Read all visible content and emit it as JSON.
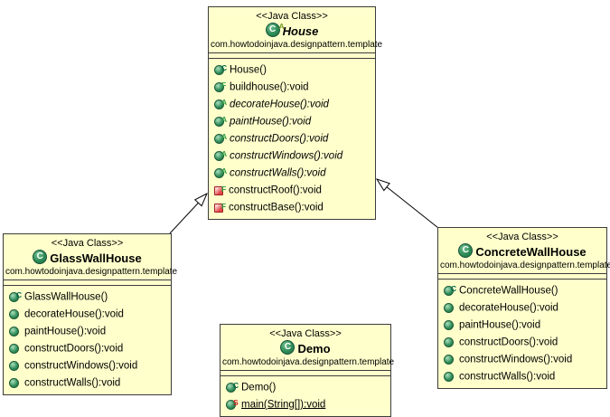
{
  "diagram": {
    "background_color": "#ffffff",
    "box_fill_color": "#ffffcc",
    "box_border_color": "#3c3c3c",
    "icon_colors": {
      "public_method": "#2e8b57",
      "private_method": "#e24848",
      "constructor_decorator": "#00664b",
      "final_decorator": "#2f9e44",
      "abstract_decorator": "#2f9e44",
      "static_decorator": "#d11a1a"
    }
  },
  "classes": [
    {
      "id": "house",
      "stereotype": "<<Java Class>>",
      "icon_letter": "C",
      "icon_decorator": "A",
      "name": "House",
      "abstract": true,
      "package": "com.howtodoinjava.designpattern.template",
      "methods": [
        {
          "label": "House()",
          "decorator": "C",
          "visibility": "public",
          "style": "normal"
        },
        {
          "label": "buildhouse():void",
          "decorator": "F",
          "visibility": "public",
          "style": "normal"
        },
        {
          "label": "decorateHouse():void",
          "decorator": "A",
          "visibility": "public",
          "style": "italic"
        },
        {
          "label": "paintHouse():void",
          "decorator": "A",
          "visibility": "public",
          "style": "italic"
        },
        {
          "label": "constructDoors():void",
          "decorator": "A",
          "visibility": "public",
          "style": "italic"
        },
        {
          "label": "constructWindows():void",
          "decorator": "A",
          "visibility": "public",
          "style": "italic"
        },
        {
          "label": "constructWalls():void",
          "decorator": "A",
          "visibility": "public",
          "style": "italic"
        },
        {
          "label": "constructRoof():void",
          "decorator": "F",
          "visibility": "private",
          "style": "normal"
        },
        {
          "label": "constructBase():void",
          "decorator": "F",
          "visibility": "private",
          "style": "normal"
        }
      ]
    },
    {
      "id": "glasswallhouse",
      "stereotype": "<<Java Class>>",
      "icon_letter": "C",
      "icon_decorator": "",
      "name": "GlassWallHouse",
      "abstract": false,
      "package": "com.howtodoinjava.designpattern.template",
      "methods": [
        {
          "label": "GlassWallHouse()",
          "decorator": "C",
          "visibility": "public",
          "style": "normal"
        },
        {
          "label": "decorateHouse():void",
          "decorator": "",
          "visibility": "public",
          "style": "normal"
        },
        {
          "label": "paintHouse():void",
          "decorator": "",
          "visibility": "public",
          "style": "normal"
        },
        {
          "label": "constructDoors():void",
          "decorator": "",
          "visibility": "public",
          "style": "normal"
        },
        {
          "label": "constructWindows():void",
          "decorator": "",
          "visibility": "public",
          "style": "normal"
        },
        {
          "label": "constructWalls():void",
          "decorator": "",
          "visibility": "public",
          "style": "normal"
        }
      ]
    },
    {
      "id": "concretewallhouse",
      "stereotype": "<<Java Class>>",
      "icon_letter": "C",
      "icon_decorator": "",
      "name": "ConcreteWallHouse",
      "abstract": false,
      "package": "com.howtodoinjava.designpattern.template",
      "methods": [
        {
          "label": "ConcreteWallHouse()",
          "decorator": "C",
          "visibility": "public",
          "style": "normal"
        },
        {
          "label": "decorateHouse():void",
          "decorator": "",
          "visibility": "public",
          "style": "normal"
        },
        {
          "label": "paintHouse():void",
          "decorator": "",
          "visibility": "public",
          "style": "normal"
        },
        {
          "label": "constructDoors():void",
          "decorator": "",
          "visibility": "public",
          "style": "normal"
        },
        {
          "label": "constructWindows():void",
          "decorator": "",
          "visibility": "public",
          "style": "normal"
        },
        {
          "label": "constructWalls():void",
          "decorator": "",
          "visibility": "public",
          "style": "normal"
        }
      ]
    },
    {
      "id": "demo",
      "stereotype": "<<Java Class>>",
      "icon_letter": "C",
      "icon_decorator": "",
      "name": "Demo",
      "abstract": false,
      "package": "com.howtodoinjava.designpattern.template",
      "methods": [
        {
          "label": "Demo()",
          "decorator": "C",
          "visibility": "public",
          "style": "normal"
        },
        {
          "label": "main(String[]):void",
          "decorator": "S",
          "visibility": "public",
          "style": "underline"
        }
      ]
    }
  ],
  "relations": [
    {
      "type": "generalization",
      "from": "GlassWallHouse",
      "to": "House"
    },
    {
      "type": "generalization",
      "from": "ConcreteWallHouse",
      "to": "House"
    }
  ]
}
